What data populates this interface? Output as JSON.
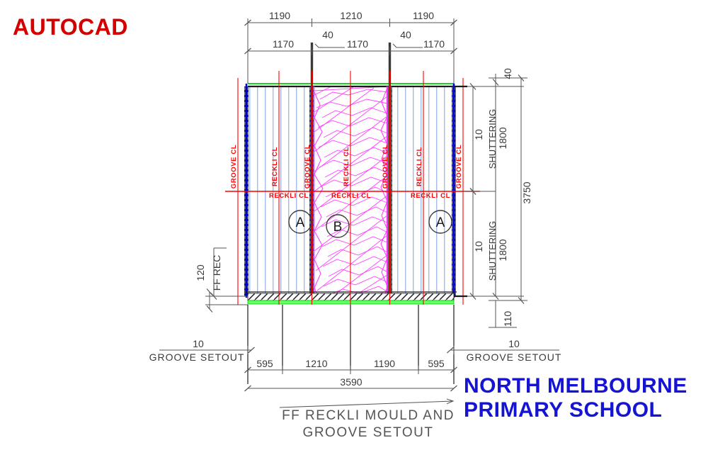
{
  "overlays": {
    "autocad": "AUTOCAD",
    "school_line1": "NORTH MELBOURNE",
    "school_line2": "PRIMARY SCHOOL"
  },
  "drawing": {
    "title_line1": "FF RECKLI MOULD AND",
    "title_line2": "GROOVE SETOUT",
    "colors": {
      "dim": "#555555",
      "text": "#3a3a3a",
      "red": "#ff0000",
      "blue": "#0000cc",
      "light_blue": "#7b9fe0",
      "magenta": "#ff40ff",
      "green": "#00cc00",
      "dark": "#1a1a1a",
      "gray_band": "#6e6e6e",
      "accent_red": "#d40000",
      "accent_blue": "#1414d2"
    }
  },
  "dimensions": {
    "top_row1": [
      "1190",
      "1210",
      "1190"
    ],
    "top_row2": [
      "1170",
      "1170",
      "1170"
    ],
    "top_leaders": [
      "40",
      "40"
    ],
    "right_column": {
      "top_gap": "40",
      "upper_shutter_small": "10",
      "upper_shutter_label": "SHUTTERING",
      "upper_shutter_value": "1800",
      "overall": "3750",
      "lower_shutter_small": "10",
      "lower_shutter_label": "SHUTTERING",
      "lower_shutter_value": "1800",
      "bottom_gap": "110"
    },
    "left_column": {
      "value": "120",
      "label": "FF REC"
    },
    "bottom_row": [
      "595",
      "1210",
      "1190",
      "595"
    ],
    "bottom_overall": "3590",
    "groove_setout_left": {
      "value": "10",
      "label": "GROOVE SETOUT"
    },
    "groove_setout_right": {
      "value": "10",
      "label": "GROOVE SETOUT"
    }
  },
  "centerlines": {
    "vertical": [
      "GROOVE CL",
      "RECKLI CL",
      "GROOVE CL",
      "RECKLI CL",
      "GROOVE CL",
      "RECKLI CL",
      "GROOVE CL"
    ],
    "horizontal": [
      "RECKLI CL",
      "RECKLI CL",
      "RECKLI CL"
    ]
  },
  "panel_tags": [
    "A",
    "B",
    "A"
  ]
}
